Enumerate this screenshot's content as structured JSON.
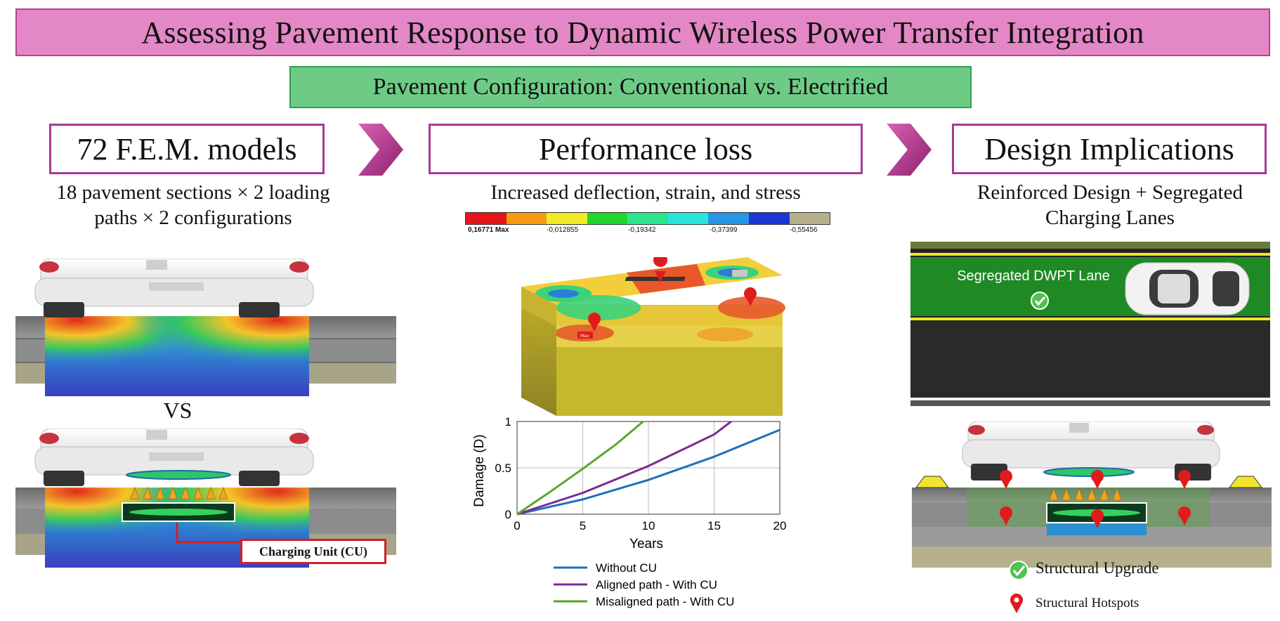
{
  "title": "Assessing Pavement Response to Dynamic Wireless Power Transfer Integration",
  "subtitle": "Pavement Configuration: Conventional vs. Electrified",
  "left": {
    "heading": "72 F.E.M. models",
    "description_line1": "18 pavement sections × 2 loading",
    "description_line2": "paths × 2 configurations",
    "vs_label": "VS",
    "cu_label": "Charging Unit (CU)"
  },
  "middle": {
    "heading": "Performance loss",
    "description": "Increased deflection, strain, and stress",
    "colorbar": {
      "max_label": "0,16771 Max",
      "tick2": "-0,012855",
      "tick3": "-0,19342",
      "tick4": "-0,37399",
      "tick5": "-0,55456",
      "colors": [
        "#e8141a",
        "#f79a12",
        "#f2ea26",
        "#22d62c",
        "#2be58e",
        "#27e6df",
        "#2596e8",
        "#1a36d6",
        "#b7b08c"
      ]
    },
    "model_tag": "Max"
  },
  "right": {
    "heading": "Design Implications",
    "description_line1": "Reinforced Design + Segregated",
    "description_line2": "Charging Lanes",
    "lane_label": "Segregated DWPT Lane",
    "upgrade_label": "Structural Upgrade",
    "hotspots_label": "Structural Hotspots"
  },
  "chart_data": {
    "type": "line",
    "xlabel": "Years",
    "ylabel": "Damage (D)",
    "xlim": [
      0,
      20
    ],
    "ylim": [
      0,
      1
    ],
    "xticks": [
      "0",
      "5",
      "10",
      "15",
      "20"
    ],
    "yticks": [
      "0",
      "0.5",
      "1"
    ],
    "grid": true,
    "legend_position": "bottom",
    "series": [
      {
        "name": "Without CU",
        "color": "#1f6fb8",
        "x": [
          0,
          5,
          10,
          15,
          20
        ],
        "y": [
          0,
          0.16,
          0.37,
          0.62,
          0.91
        ]
      },
      {
        "name": "Aligned path - With CU",
        "color": "#7b2a94",
        "x": [
          0,
          5,
          10,
          15,
          16.3
        ],
        "y": [
          0,
          0.23,
          0.52,
          0.86,
          1.0
        ]
      },
      {
        "name": "Misaligned path - With CU",
        "color": "#5aa52a",
        "x": [
          0,
          2.5,
          5,
          7.5,
          9.6
        ],
        "y": [
          0,
          0.24,
          0.49,
          0.75,
          1.0
        ]
      }
    ]
  },
  "colors": {
    "title_bg": "#e487c6",
    "subtitle_bg": "#6ecb86",
    "box_border": "#a53b94",
    "arrow": "#b8368f",
    "lane_green": "#1f8a24",
    "hotspot_red": "#e01b1b"
  }
}
